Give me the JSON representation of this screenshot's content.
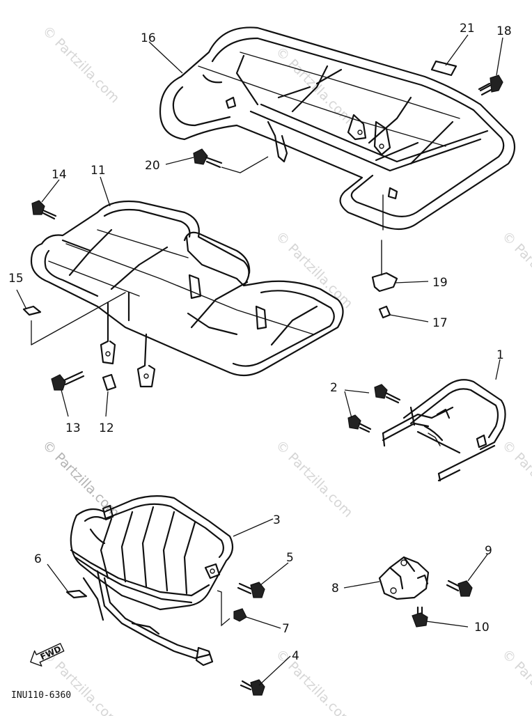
{
  "diagram_code": "INU110-6360",
  "fwd_label": "FWD",
  "watermark": "© Partzilla.com",
  "callouts": {
    "c1": "1",
    "c2": "2",
    "c3": "3",
    "c4": "4",
    "c5": "5",
    "c6": "6",
    "c7": "7",
    "c8": "8",
    "c9": "9",
    "c10": "10",
    "c11": "11",
    "c12": "12",
    "c13": "13",
    "c14": "14",
    "c15": "15",
    "c16": "16",
    "c17": "17",
    "c18": "18",
    "c19": "19",
    "c20": "20",
    "c21": "21"
  }
}
